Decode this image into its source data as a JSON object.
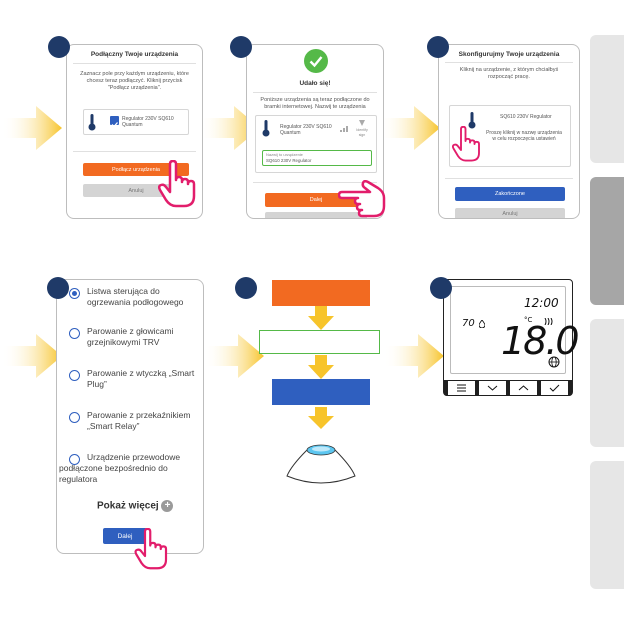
{
  "panel1": {
    "title": "Podłączny Twoje urządzenia",
    "text": "Zaznacz pole przy każdym urządzeniu, które chcesz teraz podłączyć. Kliknij przycisk \"Podłącz urządzenia\".",
    "device": "Regulator 230V SQ610 Quantum",
    "connect_button": "Podłącz urządzenia",
    "cancel_button": "Anuluj"
  },
  "panel2": {
    "title": "Udało się!",
    "text": "Poniższe urządzenia są teraz podłączone do bramki internetowej. Nazwij te urządzenia",
    "device": "Regulator 230V SQ610 Quantum",
    "identify_label": "Identify",
    "sign_label": "sign",
    "field_label": "Nazwij to urządzenie",
    "field_value": "SQ610 230V Regulator",
    "next_button": "Dalej"
  },
  "panel3": {
    "title": "Skonfigurujmy Twoje urządzenia",
    "text": "Kliknij na urządzenie, z którym chciałbyś rozpocząć pracę.",
    "device": "SQ610 230V Regulator",
    "hint": "Proszę kliknij w nazwę urządzenia w celu rozpoczęcia ustawień",
    "done_button": "Zakończone",
    "cancel_button": "Anuluj"
  },
  "panel4": {
    "options": [
      "Listwa sterująca do ogrzewania podłogowego",
      "Parowanie z głowicami grzejnikowymi TRV",
      "Parowanie z wtyczką „Smart Plug”",
      "Parowanie z przekaźnikiem „Smart Relay”",
      "Urządzenie przewodowe podłączone bezpośrednio do regulatora"
    ],
    "show_more": "Pokaż więcej",
    "next_button": "Dalej"
  },
  "thermostat": {
    "time": "12:00",
    "humidity": "70",
    "temperature": "18.0",
    "unit": "°C"
  },
  "colors": {
    "accent_orange": "#f26a21",
    "accent_blue": "#2f5fbf",
    "arrow_yellow": "#f7c42b",
    "step_navy": "#1f3a68",
    "success_green": "#55b948"
  }
}
